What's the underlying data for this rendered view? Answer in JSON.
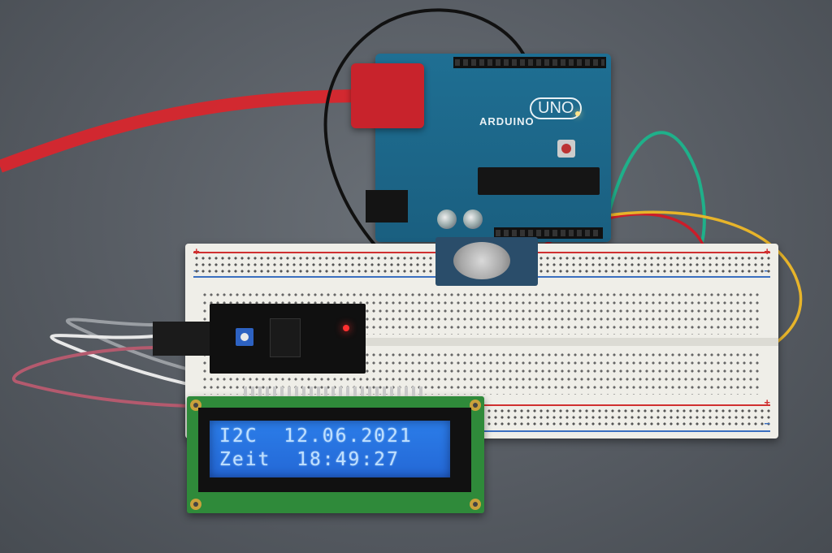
{
  "lcd": {
    "row1_left": "I2C",
    "row1_right": "12.06.2021",
    "row2_left": "Zeit",
    "row2_right": "18:49:27"
  },
  "arduino": {
    "brand": "ARDUINO",
    "model": "UNO"
  },
  "colors": {
    "usb_cable": "#d8262d",
    "wire_green": "#1fb08a",
    "wire_red": "#cc1d2a",
    "wire_yellow": "#e7b42a",
    "wire_black": "#111111",
    "wire_gray": "#9a9ea3",
    "wire_white": "#e8e8e8",
    "wire_pink": "#b45a6e",
    "lcd_backlight": "#2b7de9"
  }
}
